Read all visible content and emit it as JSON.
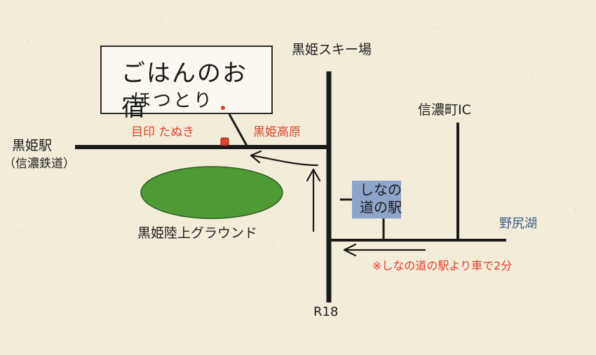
{
  "logo": {
    "line1": "ごはんのお宿",
    "line2": "ほつとり"
  },
  "labels": {
    "kurohime_ski": "黒姫スキー場",
    "shinano_ic": "信濃町IC",
    "kurohime_station": "黒姫駅",
    "shinano_railway": "（信濃鉄道）",
    "landmark": "目印 たぬき",
    "kurohime_kogen": "黒姫高原",
    "michinoeki_line1": "しなの",
    "michinoeki_line2": "道の駅",
    "ground": "黒姫陸上グラウンド",
    "nojiriko": "野尻湖",
    "route_note": "※しなの道の駅より車で2分",
    "r18": "R18"
  },
  "colors": {
    "background": "#f3ecd9",
    "road": "#1a1a1a",
    "ground_fill": "#4e9a35",
    "station_fill": "#8da4cb",
    "accent_red": "#e0432c",
    "lake_label": "#3a5f8a"
  }
}
